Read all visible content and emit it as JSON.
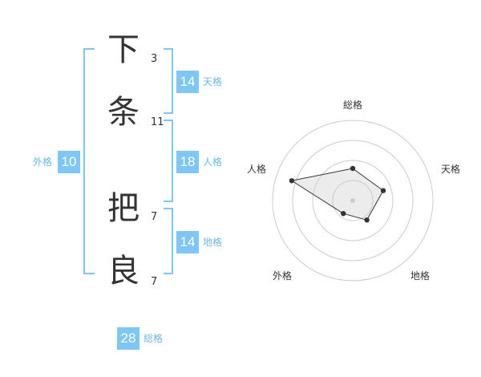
{
  "characters": [
    {
      "char": "下",
      "strokes": "3"
    },
    {
      "char": "条",
      "strokes": "11"
    },
    {
      "char": "把",
      "strokes": "7"
    },
    {
      "char": "良",
      "strokes": "7"
    }
  ],
  "fortunes": {
    "tenkaku": {
      "label": "天格",
      "value": "14"
    },
    "jinkaku": {
      "label": "人格",
      "value": "18"
    },
    "chikaku": {
      "label": "地格",
      "value": "14"
    },
    "gaikaku": {
      "label": "外格",
      "value": "10"
    },
    "soukaku": {
      "label": "総格",
      "value": "28"
    }
  },
  "colors": {
    "accent": "#7cc7f5",
    "accent_text": "#6ab8ea",
    "text": "#333333",
    "grid": "#cccccc"
  },
  "chart_data": {
    "type": "radar",
    "axes": [
      "総格",
      "天格",
      "地格",
      "外格",
      "人格"
    ],
    "values": [
      2,
      2,
      1.5,
      1,
      4
    ],
    "rmax": 5,
    "rings": 4,
    "grid": true
  }
}
